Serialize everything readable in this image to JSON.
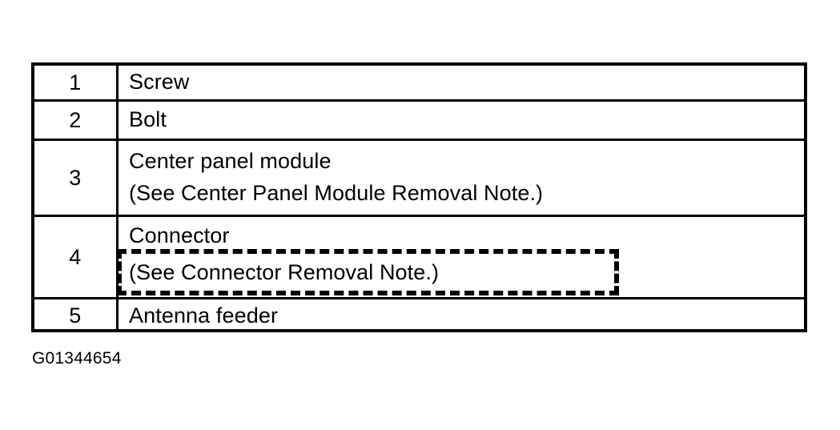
{
  "figure": {
    "caption": "G01344654",
    "table": {
      "rows": [
        {
          "number": "1",
          "lines": [
            "Screw"
          ],
          "highlighted": false
        },
        {
          "number": "2",
          "lines": [
            "Bolt"
          ],
          "highlighted": false
        },
        {
          "number": "3",
          "lines": [
            "Center panel module",
            "(See Center Panel Module Removal Note.)"
          ],
          "highlighted": false
        },
        {
          "number": "4",
          "lines": [
            "Connector",
            "(See Connector Removal Note.)"
          ],
          "highlighted": true,
          "highlight_target": "(See Connector Removal Note.)"
        },
        {
          "number": "5",
          "lines": [
            "Antenna feeder"
          ],
          "highlighted": false
        }
      ]
    },
    "colors": {
      "ink": "#000000",
      "background": "#ffffff",
      "highlight_outline": "#000000"
    }
  }
}
